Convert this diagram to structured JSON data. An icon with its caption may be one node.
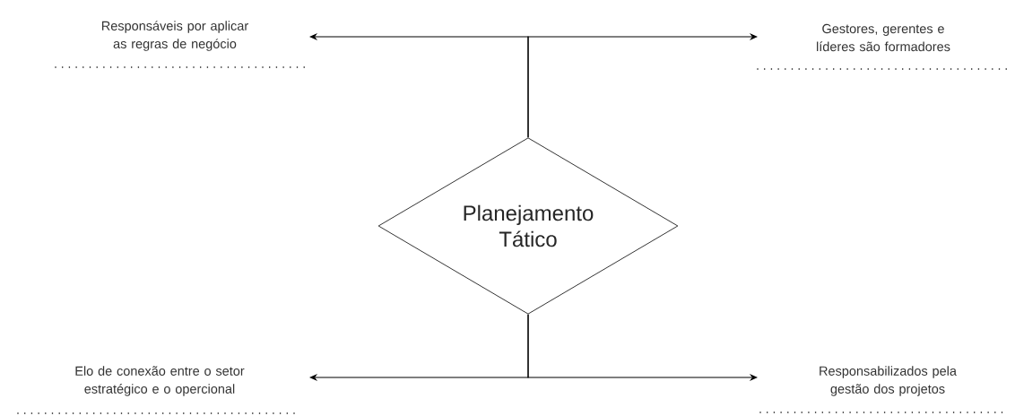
{
  "diagram": {
    "nodes": [
      {
        "text": [
          "Planejamento Tático"
        ]
      },
      {
        "text": [
          "Responsáveis por aplicar as regras de negócio"
        ]
      },
      {
        "text": [
          "Gestores, gerentes e líderes são formadores"
        ]
      },
      {
        "text": [
          "Elo de conexão entre o setor estratégico e o opercional"
        ]
      },
      {
        "text": [
          "Responsabilizados pela gestão dos projetos"
        ]
      }
    ],
    "edges": [
      {
        "from": 0,
        "to": 1,
        "arrow": "to"
      },
      {
        "from": 0,
        "to": 2,
        "arrow": "to"
      },
      {
        "from": 0,
        "to": 3,
        "arrow": "to"
      },
      {
        "from": 0,
        "to": 4,
        "arrow": "to"
      }
    ]
  }
}
